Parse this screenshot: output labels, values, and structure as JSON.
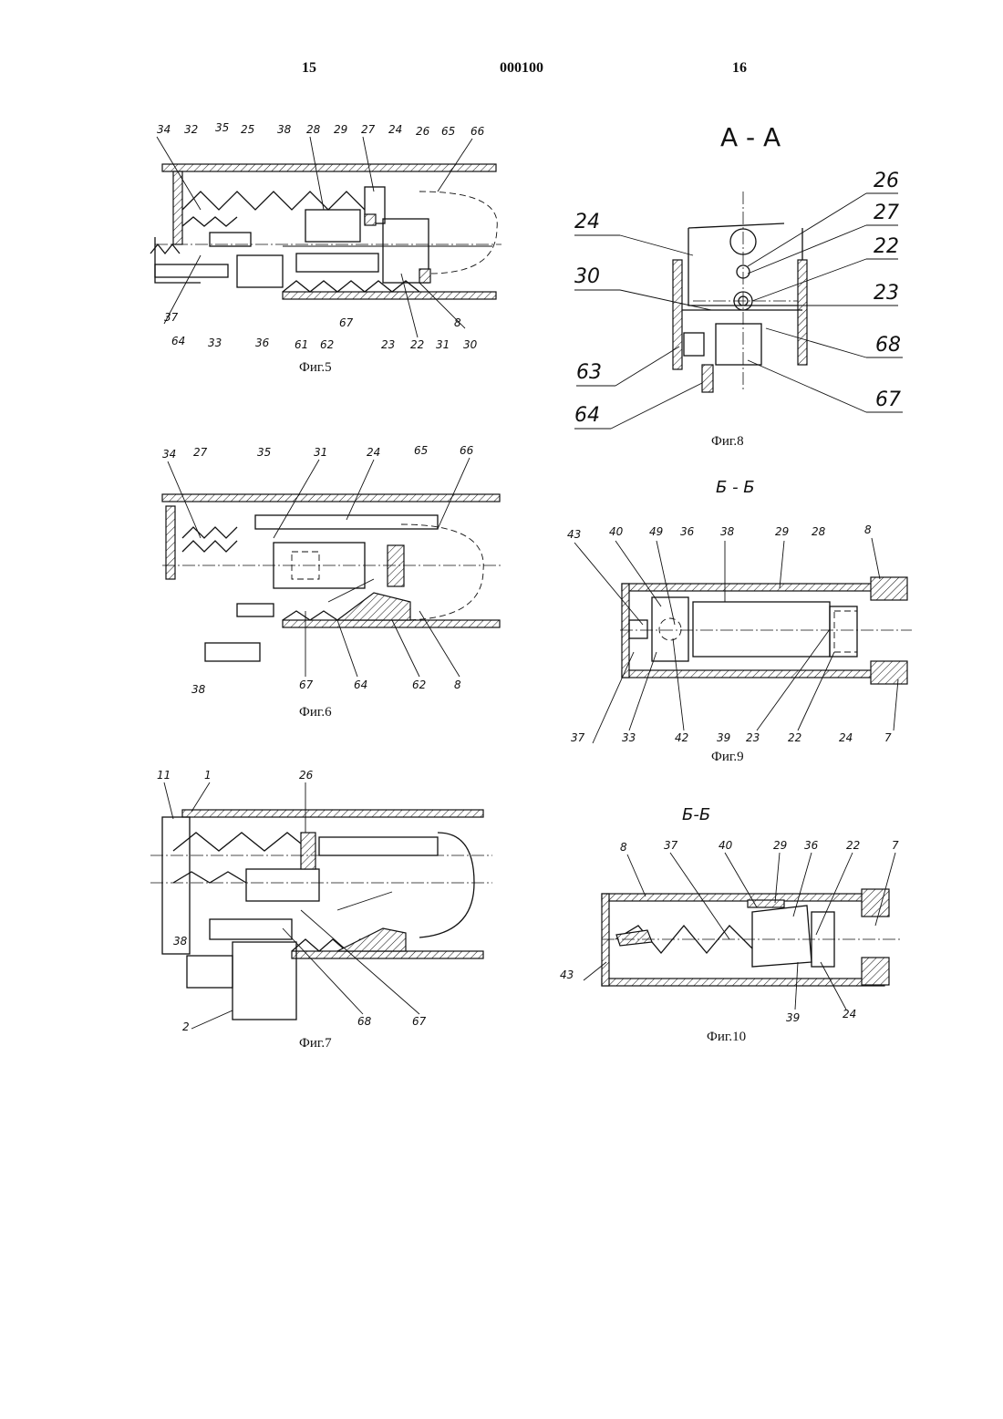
{
  "header": {
    "page_left": "15",
    "doc_number": "000100",
    "page_right": "16"
  },
  "figures": {
    "fig5": {
      "caption": "Фиг.5",
      "labels_top": [
        "34",
        "32",
        "35",
        "25",
        "38",
        "28",
        "29",
        "27",
        "24",
        "26",
        "65",
        "66"
      ],
      "labels_bottom": [
        "37",
        "64",
        "33",
        "36",
        "61",
        "62",
        "67",
        "23",
        "22",
        "31",
        "30",
        "8"
      ]
    },
    "fig6": {
      "caption": "Фиг.6",
      "labels_top": [
        "34",
        "27",
        "35",
        "31",
        "24",
        "65",
        "66"
      ],
      "labels_bottom": [
        "38",
        "67",
        "64",
        "62",
        "8"
      ]
    },
    "fig7": {
      "caption": "Фиг.7",
      "labels_top": [
        "11",
        "1",
        "26"
      ],
      "labels_bottom": [
        "38",
        "2",
        "68",
        "67"
      ]
    },
    "fig8": {
      "caption": "Фиг.8",
      "section_title": "А - А",
      "labels_left": [
        "24",
        "30",
        "63",
        "64"
      ],
      "labels_right": [
        "26",
        "27",
        "22",
        "23",
        "68",
        "67"
      ]
    },
    "fig9": {
      "caption": "Фиг.9",
      "section_title": "Б - Б",
      "labels_top": [
        "43",
        "40",
        "49",
        "36",
        "38",
        "29",
        "28",
        "8"
      ],
      "labels_bottom": [
        "37",
        "33",
        "42",
        "39",
        "23",
        "22",
        "24",
        "7"
      ]
    },
    "fig10": {
      "caption": "Фиг.10",
      "section_title": "Б-Б",
      "labels_top": [
        "8",
        "37",
        "40",
        "29",
        "36",
        "22",
        "7"
      ],
      "labels_bottom": [
        "43",
        "39",
        "24"
      ]
    }
  }
}
